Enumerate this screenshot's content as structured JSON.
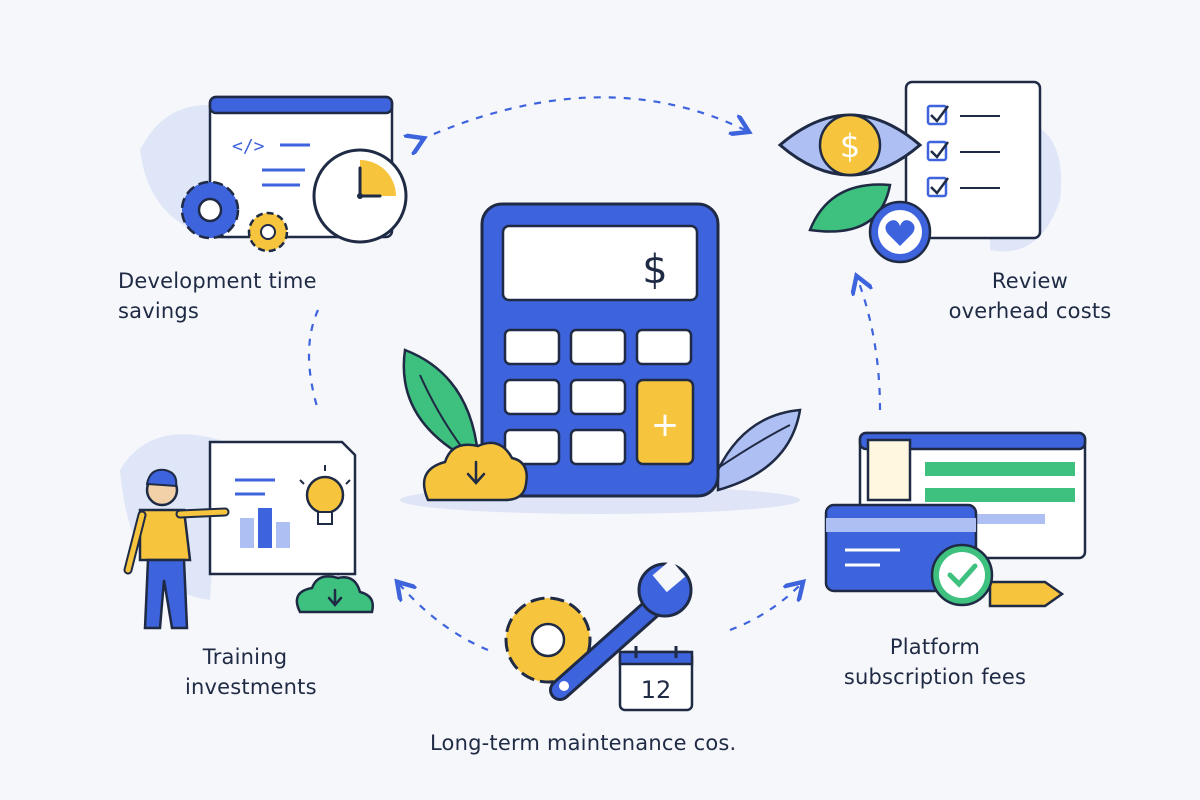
{
  "center": {
    "display_symbol": "$",
    "key_symbol": "+"
  },
  "nodes": {
    "dev_time": {
      "line1": "Development time",
      "line2": "savings",
      "code_tag": "</>"
    },
    "review": {
      "line1": "Review",
      "line2": "overhead costs",
      "coin_symbol": "$"
    },
    "platform": {
      "line1": "Platform",
      "line2": "subscription fees"
    },
    "maintenance": {
      "line1": "Long-term maintenance cos.",
      "calendar_day": "12"
    },
    "training": {
      "line1": "Training",
      "line2": "investments"
    }
  },
  "colors": {
    "blue": "#3d63dd",
    "blue_light": "#aebff4",
    "yellow": "#f7c53d",
    "green": "#3ec07f",
    "outline": "#1f2a44"
  },
  "icons": [
    "calculator-icon",
    "code-window-icon",
    "clock-icon",
    "gear-icon",
    "eye-icon",
    "checklist-icon",
    "heart-badge-icon",
    "browser-window-icon",
    "credit-card-icon",
    "check-badge-icon",
    "wrench-icon",
    "calendar-icon",
    "presenter-icon",
    "lightbulb-icon",
    "cloud-download-icon",
    "leaf-icon"
  ]
}
